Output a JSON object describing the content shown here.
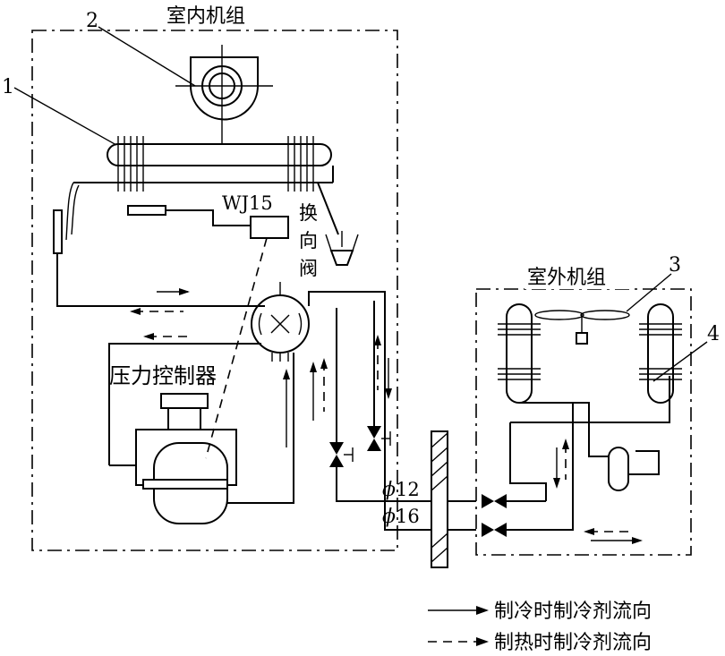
{
  "labels": {
    "indoor_unit": "室内机组",
    "outdoor_unit": "室外机组",
    "thermostat": "WJ15",
    "reversing_valve_1": "换",
    "reversing_valve_2": "向",
    "reversing_valve_3": "阀",
    "pressure_controller": "压力控制器",
    "pipe_12": "12",
    "pipe_16": "16",
    "phi": "ϕ"
  },
  "callouts": [
    "1",
    "2",
    "3",
    "4"
  ],
  "legend": {
    "cooling": "制冷时制冷剂流向",
    "heating": "制热时制冷剂流向"
  }
}
